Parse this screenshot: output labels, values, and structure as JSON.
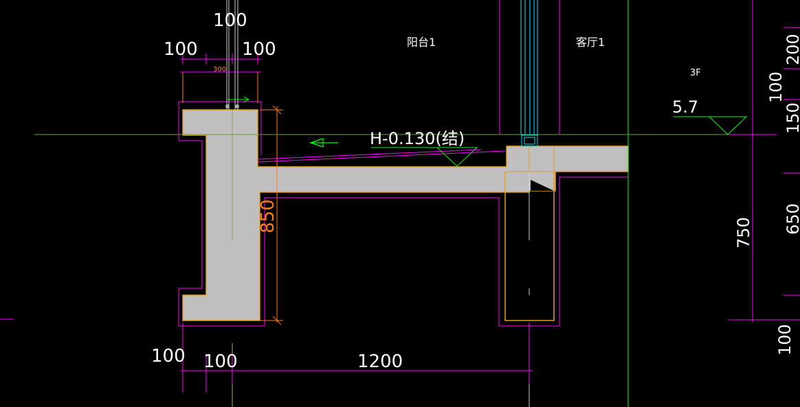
{
  "rooms": {
    "balcony": "阳台1",
    "living": "客厅1",
    "floor": "3F"
  },
  "elevation": {
    "level_text": "H-0.130(结)",
    "floor_level": "5.7"
  },
  "dimensions": {
    "top_100": "100",
    "top_left_100": "100",
    "top_right_100": "100",
    "small_300": "300",
    "height_850": "850",
    "bottom_100_a": "100",
    "bottom_100_b": "100",
    "bottom_1200": "1200",
    "right_200": "200",
    "right_100": "100",
    "right_150": "150",
    "right_650": "650",
    "right_750": "750",
    "right_bottom_100": "100"
  },
  "colors": {
    "background": "#000000",
    "concrete": "#c0c0c0",
    "outline": "#e8a020",
    "dimension": "#ff00ff",
    "axis": "#00ff00",
    "window": "#00e5ff",
    "text": "#ffffff",
    "orange_dim": "#ff7a1a"
  }
}
